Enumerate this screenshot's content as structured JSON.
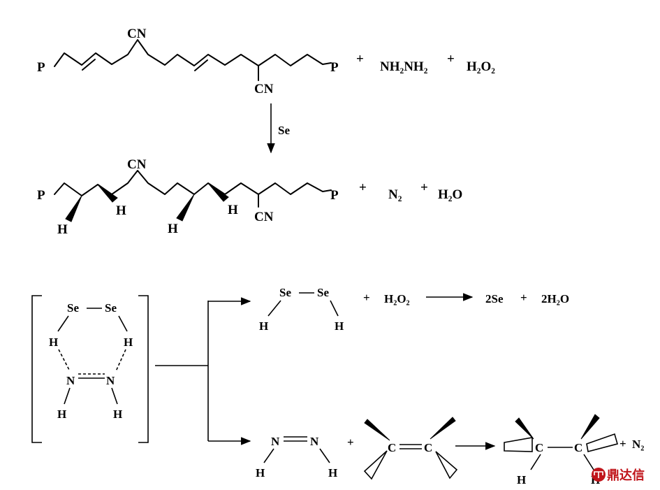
{
  "reaction1": {
    "end_group": "P",
    "side_group": "CN",
    "plus": "+",
    "reagent_hydrazine": "NH₂NH₂",
    "reagent_peroxide": "H₂O₂",
    "catalyst": "Se"
  },
  "reaction2": {
    "end_group": "P",
    "side_group": "CN",
    "hydrogen": "H",
    "plus": "+",
    "product_nitrogen": "N₂",
    "product_water": "H₂O"
  },
  "mechanism": {
    "selenium": "Se",
    "hydrogen": "H",
    "nitrogen": "N",
    "carbon": "C",
    "plus": "+",
    "peroxide": "H₂O₂",
    "product_selenium": "2Se",
    "product_water": "2H₂O",
    "product_nitrogen": "N₂"
  },
  "watermark": {
    "text": "鼎达信"
  }
}
